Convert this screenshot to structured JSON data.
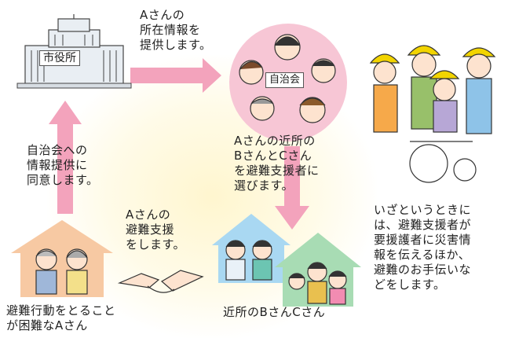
{
  "city_hall": {
    "label": "市役所"
  },
  "association": {
    "label": "自治会"
  },
  "arrow_top_text": [
    "Aさんの",
    "所在情報を",
    "提供します。"
  ],
  "arrow_left_text": [
    "自治会への",
    "情報提供に",
    "同意します。"
  ],
  "association_text": [
    "Aさんの近所の",
    "BさんとCさん",
    "を避難支援者に",
    "選びます。"
  ],
  "handshake_text": [
    "Aさんの",
    "避難支援",
    "をします。"
  ],
  "resident_a_caption": [
    "避難行動をとること",
    "が困難なAさん"
  ],
  "neighbors_caption": "近所のBさんCさん",
  "side_text": [
    "いざというときに",
    "は、避難支援者が",
    "要援護者に災害情",
    "報を伝えるほか、",
    "避難のお手伝いな",
    "どをします。"
  ],
  "colors": {
    "arrow": "#f3a3bc",
    "pink_circle": "#f7c6d5",
    "house_orange": "#f7c9a3",
    "house_blue": "#a9d8f2",
    "house_green": "#a8dcb4",
    "helmet": "#f2d400"
  }
}
